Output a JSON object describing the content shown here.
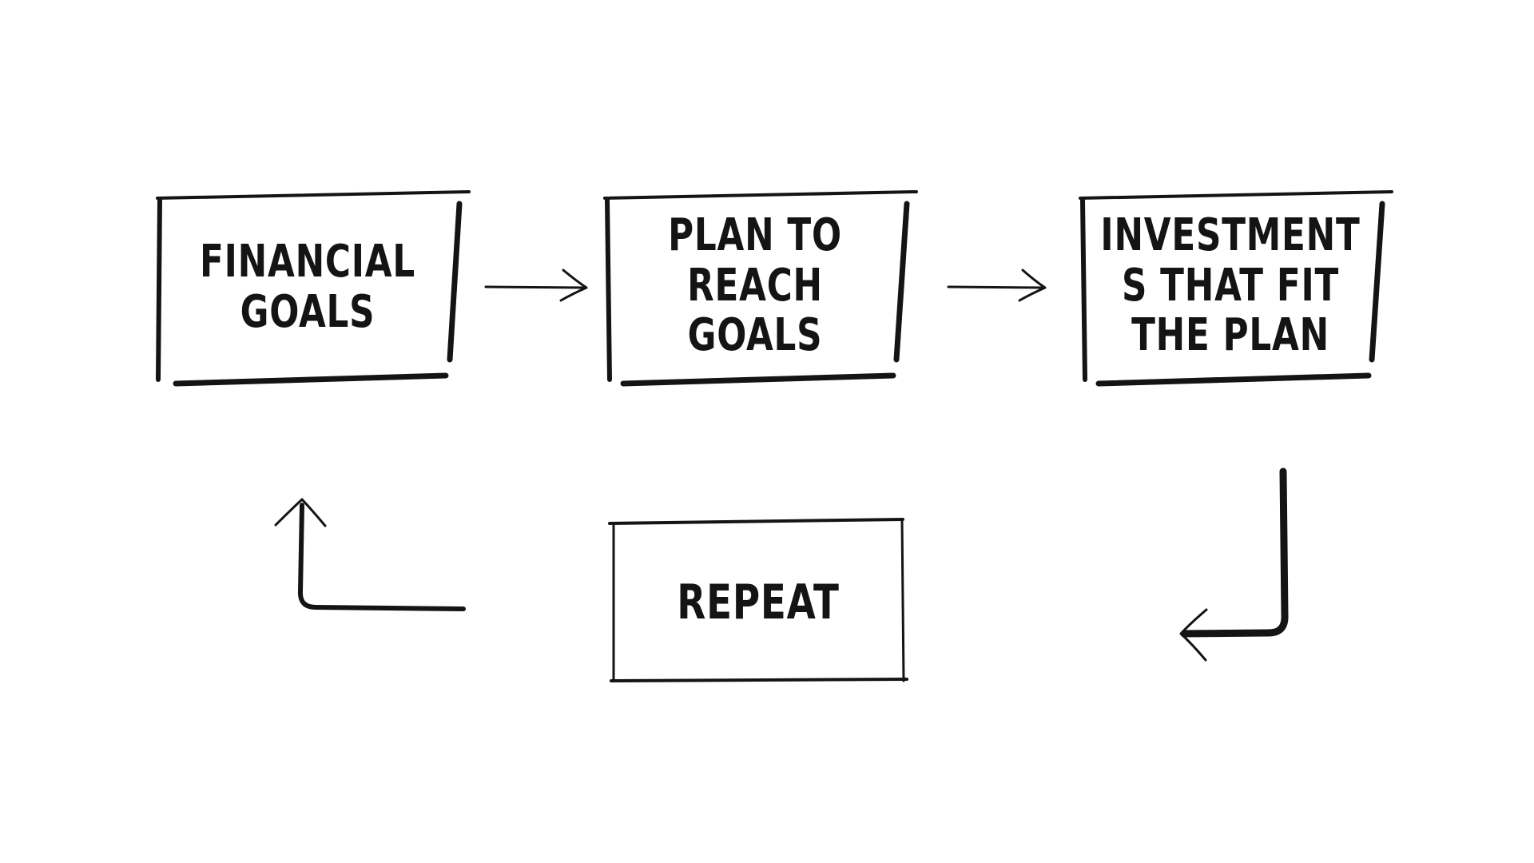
{
  "diagram": {
    "ink_color": "#141414",
    "background_color": "#ffffff",
    "boxes": [
      {
        "id": "financial-goals",
        "label": "Financial Goals",
        "lines": [
          "Financial",
          "Goals"
        ]
      },
      {
        "id": "plan-to-reach-goals",
        "label": "Plan to reach goals",
        "lines": [
          "Plan to",
          "reach",
          "goals"
        ]
      },
      {
        "id": "investments-that-fit",
        "label": "INvestment s that fit the plan",
        "lines": [
          "INvestment",
          "s that fit",
          "the plan"
        ]
      },
      {
        "id": "repeat",
        "label": "Repeat",
        "lines": [
          "Repeat"
        ]
      }
    ],
    "arrows": [
      {
        "from": "financial-goals",
        "to": "plan-to-reach-goals"
      },
      {
        "from": "plan-to-reach-goals",
        "to": "investments-that-fit"
      },
      {
        "from": "investments-that-fit",
        "to": "repeat"
      },
      {
        "from": "repeat",
        "to": "financial-goals"
      }
    ]
  }
}
